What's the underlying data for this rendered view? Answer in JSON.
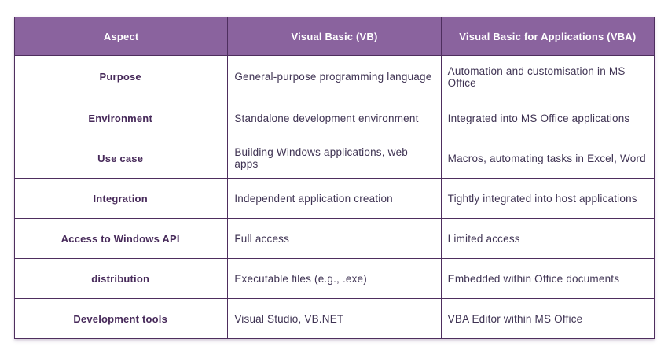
{
  "table": {
    "columns": [
      "Aspect",
      "Visual Basic (VB)",
      "Visual Basic for Applications (VBA)"
    ],
    "rows": [
      {
        "aspect": "Purpose",
        "vb": "General-purpose programming language",
        "vba": "Automation and customisation in MS Office"
      },
      {
        "aspect": "Environment",
        "vb": "Standalone development environment",
        "vba": "Integrated into MS Office applications"
      },
      {
        "aspect": "Use case",
        "vb": "Building Windows applications, web apps",
        "vba": "Macros, automating tasks in Excel, Word"
      },
      {
        "aspect": "Integration",
        "vb": "Independent application creation",
        "vba": "Tightly integrated into host applications"
      },
      {
        "aspect": "Access to Windows API",
        "vb": "Full access",
        "vba": "Limited access"
      },
      {
        "aspect": "distribution",
        "vb": "Executable files (e.g., .exe)",
        "vba": "Embedded within Office documents"
      },
      {
        "aspect": "Development tools",
        "vb": "Visual Studio, VB.NET",
        "vba": "VBA Editor within MS Office"
      }
    ],
    "colors": {
      "header_bg": "#8A639E",
      "header_text": "#FFFFFF",
      "border": "#4E2E5E",
      "aspect_text": "#472A5A",
      "cell_text": "#3F3353",
      "cell_bg": "#FFFFFF"
    }
  }
}
